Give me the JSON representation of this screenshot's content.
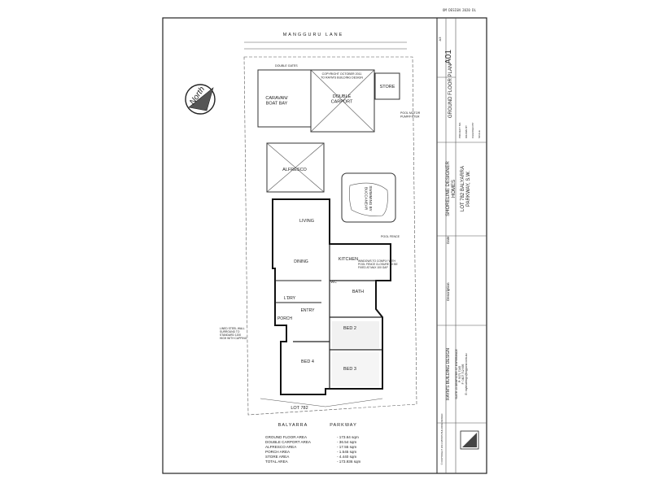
{
  "header": {
    "ref": "OM DESIGN 2020 DL"
  },
  "streets": {
    "top": "MANGGURU  LANE",
    "bottom_left": "BALYARRA",
    "bottom_right": "PARKWAY"
  },
  "compass": {
    "label": "North"
  },
  "rooms": {
    "caravan": "CARAVAN/\nBOAT BAY",
    "carport": "DOUBLE\nCARPORT",
    "store": "STORE",
    "alfresco": "ALFRESCO",
    "swimming": "SWIMMING BY\nBUCCANEAR",
    "living": "LIVING",
    "dining": "DINING",
    "kitchen": "KITCHEN",
    "bath": "BATH",
    "wc": "WC",
    "l_dry": "L'DRY",
    "entry": "ENTRY",
    "porch": "PORCH",
    "bed2": "BED 2",
    "bed3": "BED 3",
    "bed4": "BED 4",
    "lot": "LOT 782"
  },
  "notes": {
    "copyright": "COPYRIGHT OCTOBER 2011\nTO RAYM'S BUILDING DESIGN",
    "pool_motor": "POOL MOTOR\nPUMP/FILTER",
    "double_gates": "DOUBLE GATES",
    "pool_fence": "POOL FENCE",
    "windows": "WINDOWS TO COMPLY WITH\nPOOL FENCE CLOSURE TO BE\nFIXED AT MAX 100 GAP",
    "steel": "LINED STEEL WALL\nSURROUND TO\nSTANDARD 1200\nHIGH WITH CAPPING"
  },
  "areas": [
    {
      "label": "GROUND FLOOR AREA",
      "value": "- 173.64 sqm"
    },
    {
      "label": "DOUBLE CARPORT AREA",
      "value": "- 36.54 sqm"
    },
    {
      "label": "ALFRESCO AREA",
      "value": "- 17.55 sqm"
    },
    {
      "label": "PORCH AREA",
      "value": "- 1.545 sqm"
    },
    {
      "label": "STORE AREA",
      "value": "- 4.440 sqm"
    },
    {
      "label": "TOTAL AREA",
      "value": "- 173.936 sqm"
    }
  ],
  "title_block": {
    "sheet_title": "GROUND FLOOR PLAN",
    "sheet_no": "A01",
    "size": "A3",
    "client": "SHORELINE DESIGNER\nHOMES",
    "project": "LOT 782 BALYARRA\nPARKWAY, S.W.",
    "date_label": "Date",
    "desc_label": "Description",
    "firm": "RAYM'S BUILDING DESIGN",
    "firm_lines": "SUITE 15 DEMPSTER ST ESPERANCE\nP: 9071 7145\nF: 0427 712 695\nE: raymsdesign@bigpond.com.au",
    "copyright": "© COPYRIGHT 2011 RAYM'S BUILDING DESIGN"
  },
  "title_labels": {
    "project": "PROJECT NO.",
    "drawn": "DRAWN BY",
    "checked": "CHECKED BY",
    "scale": "SCALE"
  }
}
